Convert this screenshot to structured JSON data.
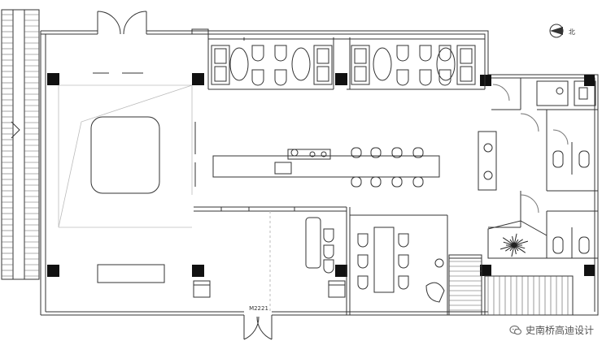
{
  "north_label": "北",
  "door_code": "M2221",
  "watermark_text": "史南桥高迪设计",
  "watermark_icon": "chat-bubble-icon",
  "colors": {
    "line": "#333333",
    "column": "#111111",
    "light_line": "#bbbbbb"
  }
}
